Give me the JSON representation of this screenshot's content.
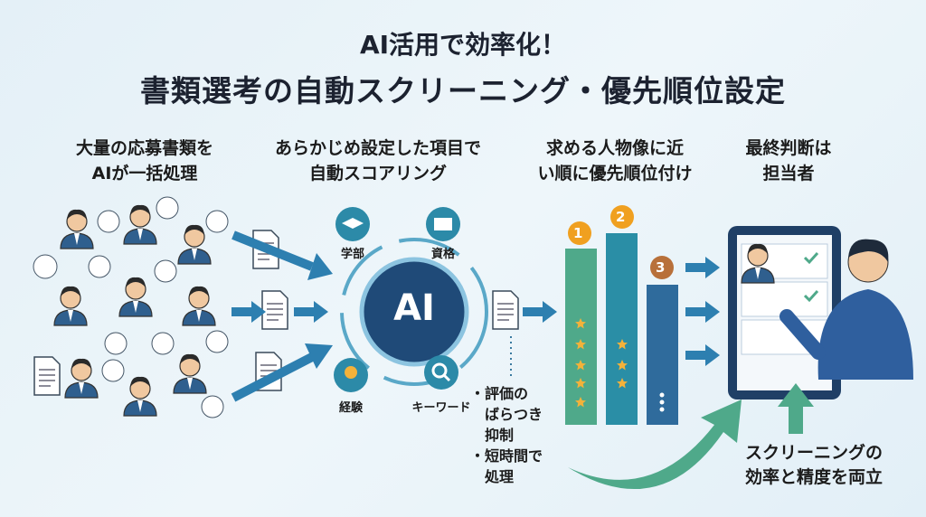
{
  "title": {
    "line1": "AI活用で効率化！",
    "line2": "書類選考の自動スクリーニング・優先順位設定"
  },
  "steps": [
    {
      "line1": "大量の応募書類を",
      "line2": "AIが一括処理"
    },
    {
      "line1": "あらかじめ設定した項目で",
      "line2": "自動スコアリング"
    },
    {
      "line1": "求める人物像に近",
      "line2": "い順に優先順位付け"
    },
    {
      "line1": "最終判断は",
      "line2": "担当者"
    }
  ],
  "ai": {
    "center_label": "AI",
    "criteria": [
      "学部",
      "資格",
      "経験",
      "キーワード"
    ]
  },
  "benefits": [
    "・評価の",
    "　ばらつき",
    "　抑制",
    "・短時間で",
    "　処理"
  ],
  "ranks": [
    "1",
    "2",
    "3"
  ],
  "conclusion": {
    "line1": "スクリーニングの",
    "line2": "効率と精度を両立"
  },
  "colors": {
    "green": "#4fa98a",
    "teal": "#2a8ea6",
    "blue": "#2f6b9c",
    "navy": "#1f3f66",
    "orange": "#f0a020",
    "bronze": "#b8703a"
  }
}
